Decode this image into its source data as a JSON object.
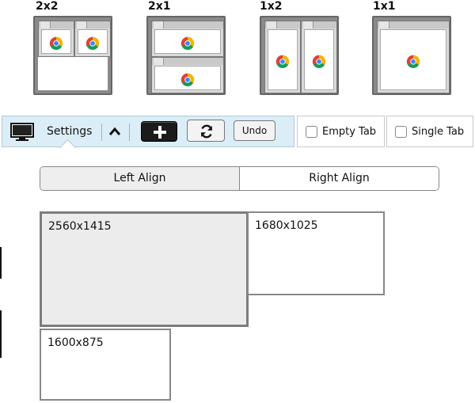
{
  "presets": [
    {
      "label": "2x2"
    },
    {
      "label": "2x1"
    },
    {
      "label": "1x2"
    },
    {
      "label": "1x1"
    }
  ],
  "toolbar": {
    "settings_label": "Settings",
    "undo_label": "Undo",
    "empty_tab_label": "Empty Tab",
    "single_tab_label": "Single Tab",
    "accent": "#dbeef7"
  },
  "align": {
    "left_label": "Left Align",
    "right_label": "Right Align",
    "selected": "Left Align"
  },
  "resolutions": [
    {
      "label": "2560x1415",
      "active": true
    },
    {
      "label": "1680x1025",
      "active": false
    },
    {
      "label": "1600x875",
      "active": false
    }
  ],
  "icons": {
    "monitor": "monitor-icon",
    "caret": "chevron-up-icon",
    "plus": "plus-icon",
    "refresh": "refresh-icon",
    "browser": "chrome-icon"
  }
}
